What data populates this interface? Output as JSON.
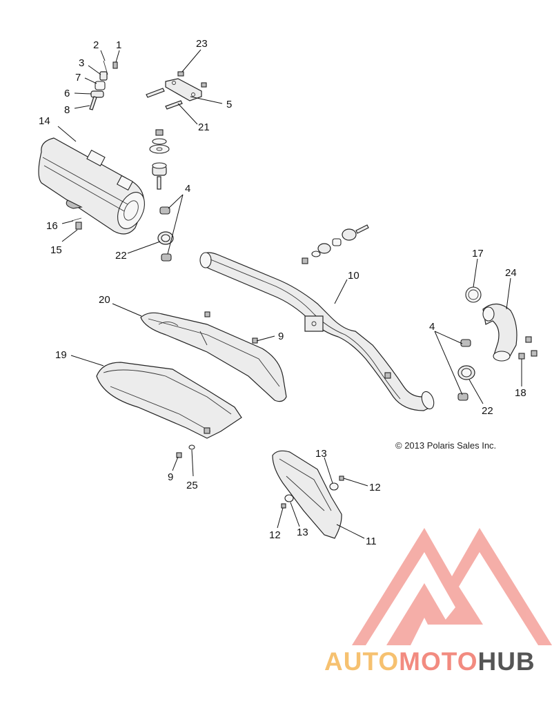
{
  "copyright": "© 2013 Polaris Sales Inc.",
  "logo": {
    "part1": "AUTO",
    "part2": "MOTO",
    "part3": "HUB",
    "colors": {
      "part1": "#f6c170",
      "part2": "#f28b80",
      "part3": "#555555",
      "mark": "#f4a09a"
    }
  },
  "callouts": {
    "c1": "1",
    "c2": "2",
    "c3": "3",
    "c4a": "4",
    "c4b": "4",
    "c5": "5",
    "c6": "6",
    "c7": "7",
    "c8": "8",
    "c9a": "9",
    "c9b": "9",
    "c10": "10",
    "c11": "11",
    "c12a": "12",
    "c12b": "12",
    "c13a": "13",
    "c13b": "13",
    "c14": "14",
    "c15": "15",
    "c16": "16",
    "c17": "17",
    "c18": "18",
    "c19": "19",
    "c20": "20",
    "c21": "21",
    "c22a": "22",
    "c22b": "22",
    "c23": "23",
    "c24": "24",
    "c25": "25"
  }
}
